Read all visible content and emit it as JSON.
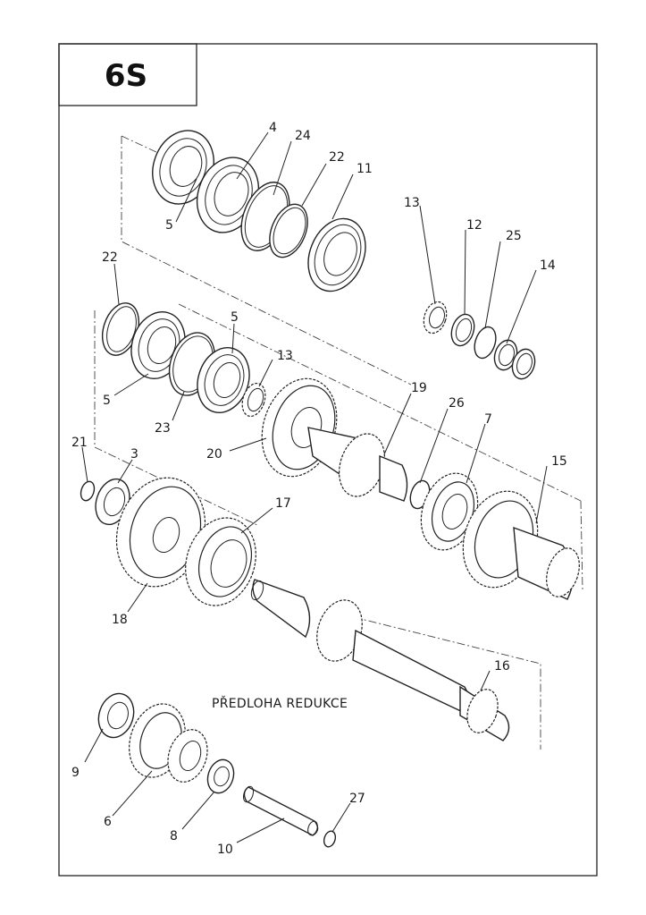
{
  "sheet": {
    "title": "6S",
    "caption": "PŘEDLOHA REDUKCE"
  },
  "labels": {
    "l4": "4",
    "l24": "24",
    "l22a": "22",
    "l11": "11",
    "l5a": "5",
    "l13a": "13",
    "l12": "12",
    "l25": "25",
    "l14": "14",
    "l22b": "22",
    "l5b": "5",
    "l13b": "13",
    "l5c": "5",
    "l23": "23",
    "l20": "20",
    "l19": "19",
    "l26": "26",
    "l7": "7",
    "l15": "15",
    "l21": "21",
    "l3": "3",
    "l17": "17",
    "l18": "18",
    "l16": "16",
    "l9": "9",
    "l6": "6",
    "l8": "8",
    "l10": "10",
    "l27": "27"
  }
}
